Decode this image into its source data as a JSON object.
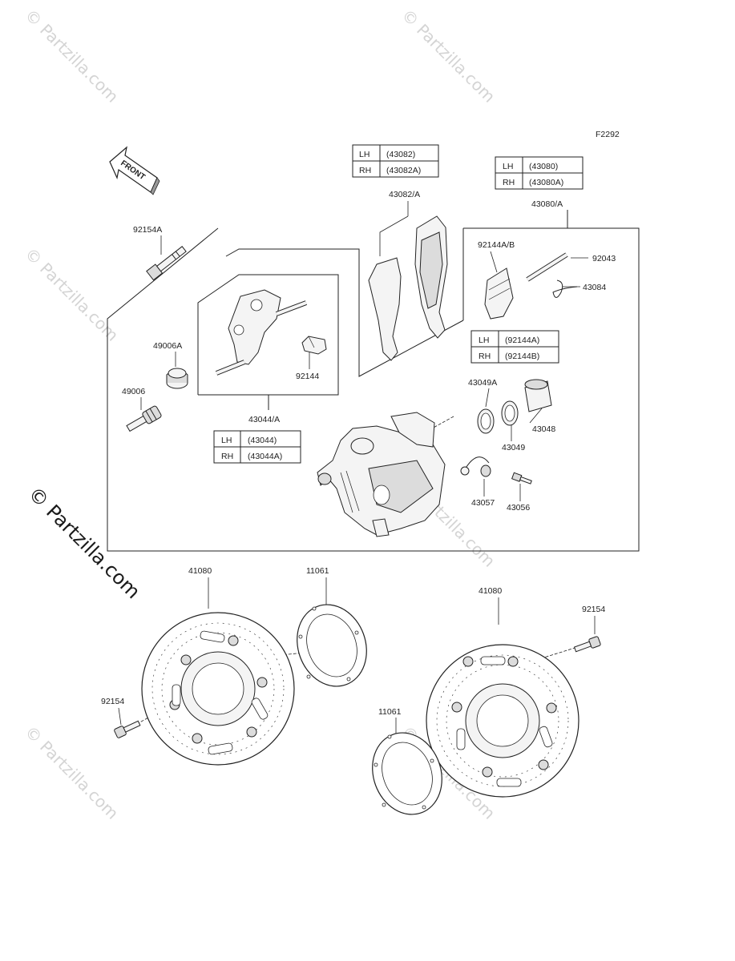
{
  "diagram_code": "F2292",
  "front_label": "FRONT",
  "watermark": "© Partzilla.com",
  "parts": {
    "p92154A": "92154A",
    "p49006A": "49006A",
    "p49006": "49006",
    "p43044A": "43044/A",
    "p92144": "92144",
    "p43082A": "43082/A",
    "p43080A": "43080/A",
    "p92144AB": "92144A/B",
    "p92043": "92043",
    "p43084": "43084",
    "p43049A": "43049A",
    "p43048": "43048",
    "p43049": "43049",
    "p43057": "43057",
    "p43056": "43056",
    "p41080_left": "41080",
    "p11061_top": "11061",
    "p41080_right": "41080",
    "p92154_right": "92154",
    "p92154_left": "92154",
    "p11061_bottom": "11061"
  },
  "tables": {
    "t43082": {
      "lh": "LH",
      "lh_part": "(43082)",
      "rh": "RH",
      "rh_part": "(43082A)"
    },
    "t43080": {
      "lh": "LH",
      "lh_part": "(43080)",
      "rh": "RH",
      "rh_part": "(43080A)"
    },
    "t92144": {
      "lh": "LH",
      "lh_part": "(92144A)",
      "rh": "RH",
      "rh_part": "(92144B)"
    },
    "t43044": {
      "lh": "LH",
      "lh_part": "(43044)",
      "rh": "RH",
      "rh_part": "(43044A)"
    }
  }
}
